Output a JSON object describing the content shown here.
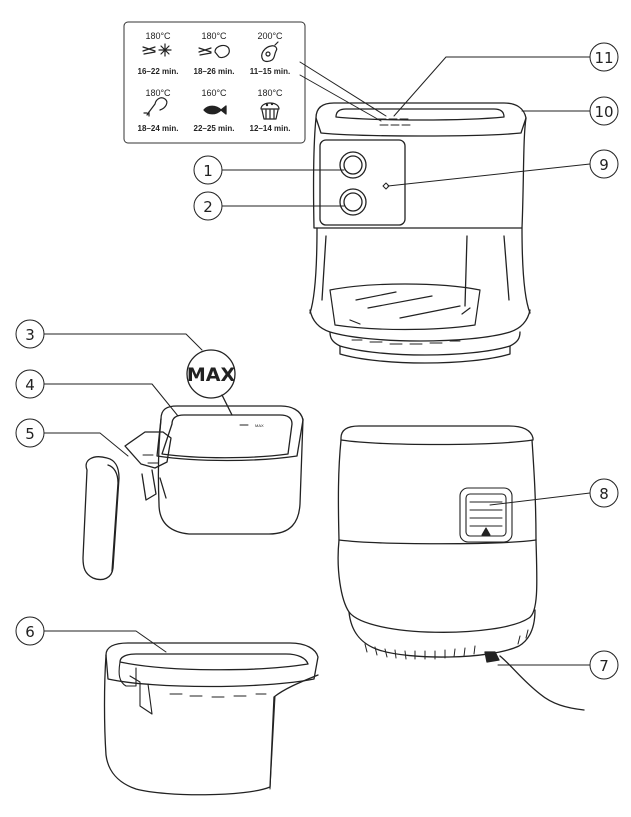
{
  "presets": [
    {
      "temp": "180°C",
      "time": "16–22 min.",
      "icon": "frozen-fries-icon"
    },
    {
      "temp": "180°C",
      "time": "18–26 min.",
      "icon": "fries-meat-icon"
    },
    {
      "temp": "200°C",
      "time": "11–15 min.",
      "icon": "meat-icon"
    },
    {
      "temp": "180°C",
      "time": "18–24 min.",
      "icon": "drumstick-icon"
    },
    {
      "temp": "160°C",
      "time": "22–25 min.",
      "icon": "fish-icon"
    },
    {
      "temp": "180°C",
      "time": "12–14 min.",
      "icon": "muffin-icon"
    }
  ],
  "max_label": "MAX",
  "max_small": "MAX",
  "callouts": [
    "1",
    "2",
    "3",
    "4",
    "5",
    "6",
    "7",
    "8",
    "9",
    "10",
    "11"
  ],
  "colors": {
    "line": "#222222",
    "background": "#ffffff"
  }
}
